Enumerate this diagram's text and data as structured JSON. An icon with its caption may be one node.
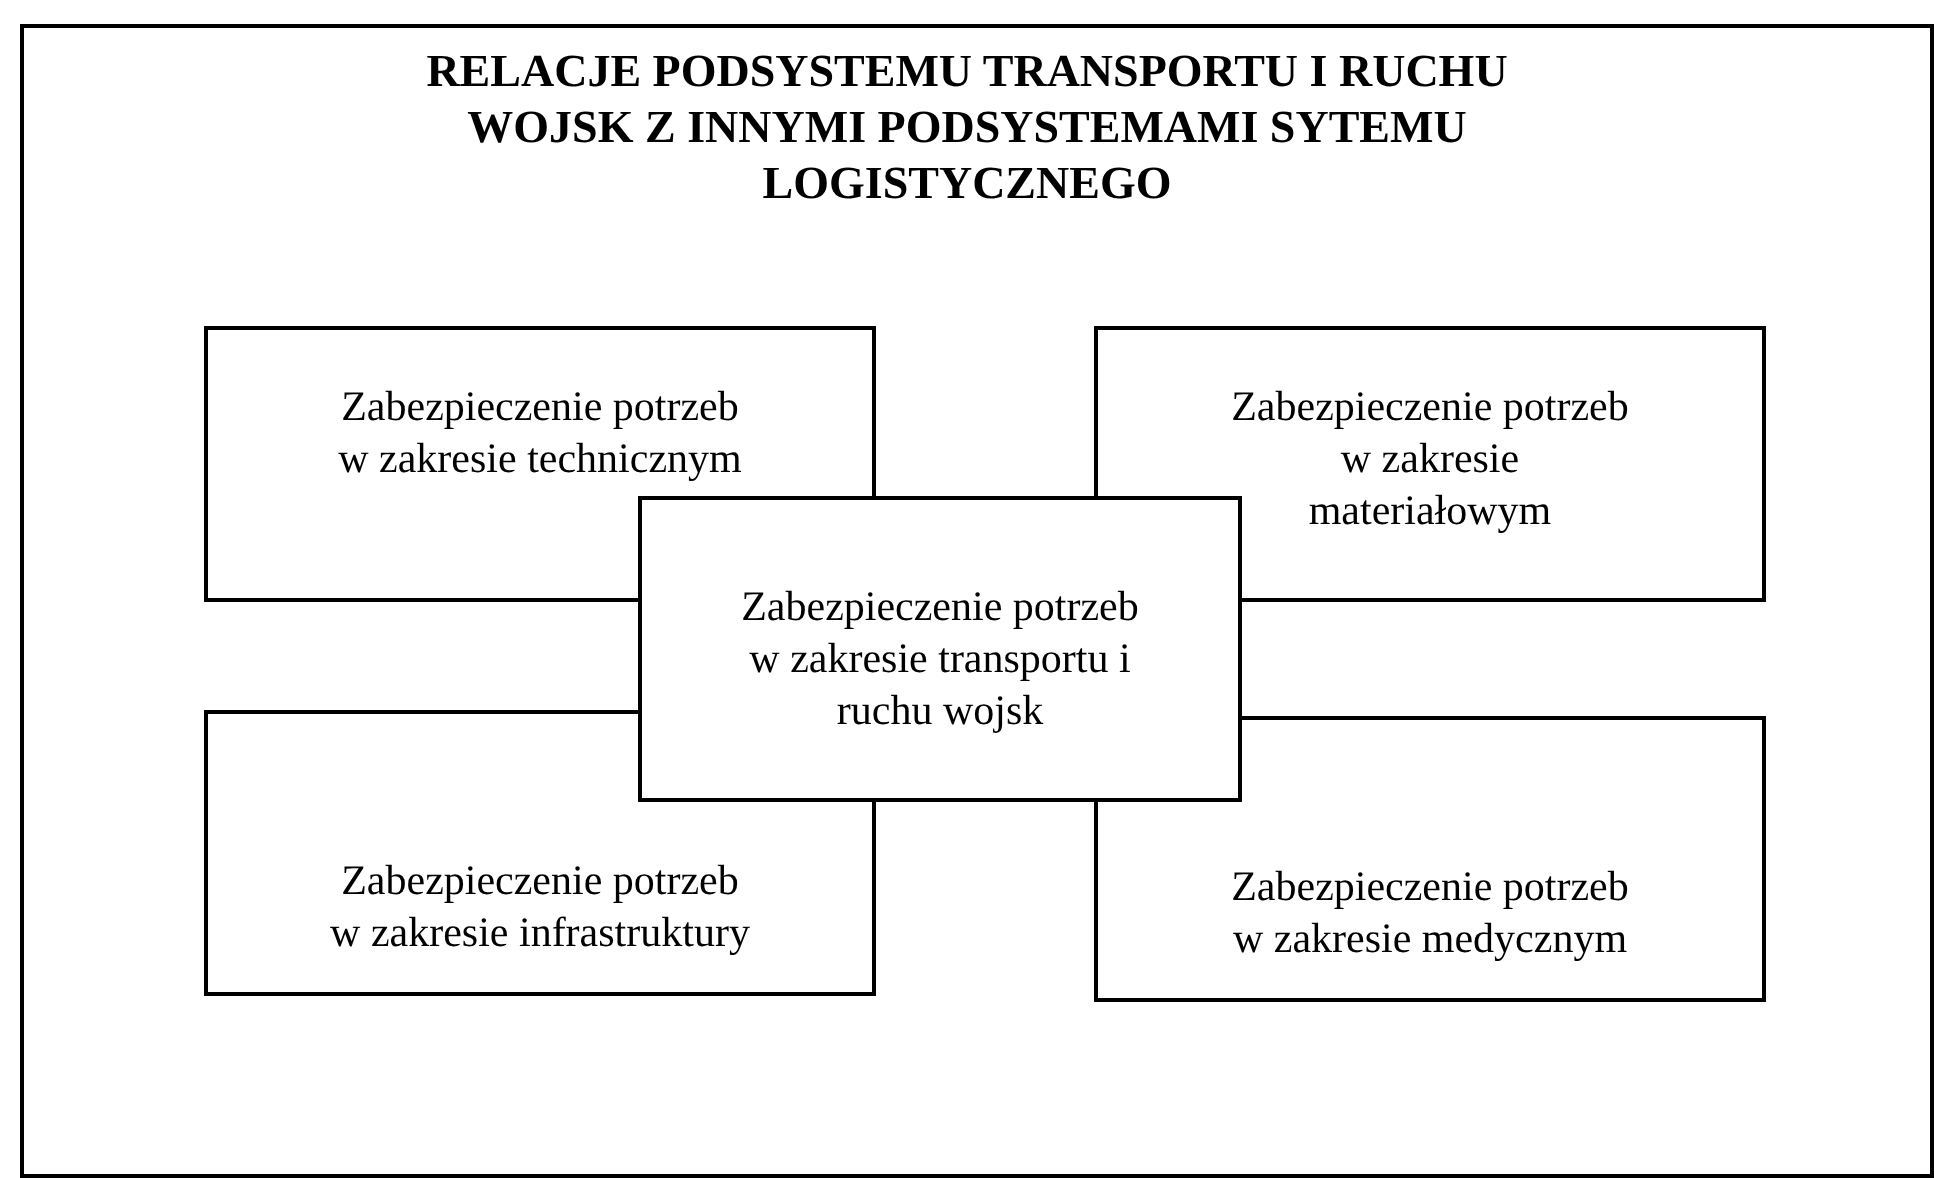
{
  "diagram": {
    "title": "RELACJE PODSYSTEMU TRANSPORTU I RUCHU WOJSK Z INNYMI PODSYSTEMAMI SYTEMU LOGISTYCZNEGO",
    "nodes": [
      {
        "text": [],
        "shape": "box"
      },
      {
        "text": [
          "Zabezpieczenie potrzeb w zakresie technicznym"
        ],
        "in": 0
      },
      {
        "text": [
          "Zabezpieczenie potrzeb w zakresie materiałowym"
        ],
        "in": 0
      },
      {
        "text": [
          "Zabezpieczenie potrzeb w zakresie transportu i ruchu wojsk"
        ],
        "in": 0
      },
      {
        "text": [
          "Zabezpieczenie potrzeb w zakresie infrastruktury"
        ],
        "in": 0
      },
      {
        "text": [
          "Zabezpieczenie potrzeb w zakresie medycznym"
        ],
        "in": 0
      }
    ]
  }
}
